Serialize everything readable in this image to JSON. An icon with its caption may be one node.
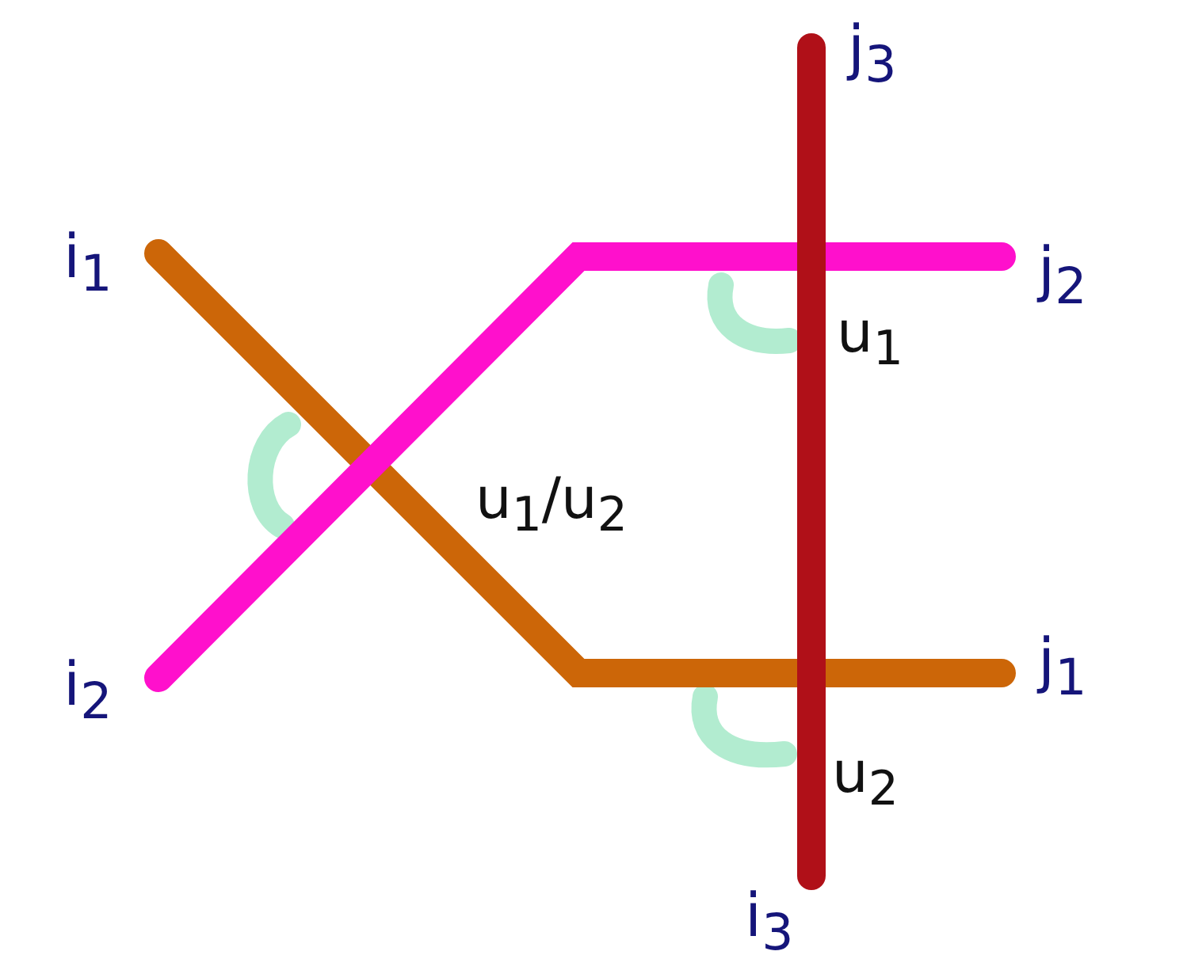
{
  "diagram": {
    "nodes": [
      {
        "text": [
          "i$_{1}$"
        ]
      },
      {
        "text": [
          "i$_{2}$"
        ]
      },
      {
        "text": [
          "i$_{3}$"
        ]
      },
      {
        "text": [
          "j$_{3}$"
        ]
      },
      {
        "text": [
          "j$_{2}$"
        ]
      },
      {
        "text": [
          "j$_{1}$"
        ]
      }
    ],
    "edges": [
      {
        "from": 0,
        "to": 5,
        "arrow": "none",
        "color": "#cc6608"
      },
      {
        "from": 1,
        "to": 4,
        "arrow": "none",
        "color": "#ff10cc"
      },
      {
        "from": 2,
        "to": 3,
        "arrow": "none",
        "color": "#b01018"
      }
    ],
    "labels": [
      "u$_{1}$",
      "u$_{1}$/u$_{2}$",
      "u$_{2}$"
    ]
  }
}
